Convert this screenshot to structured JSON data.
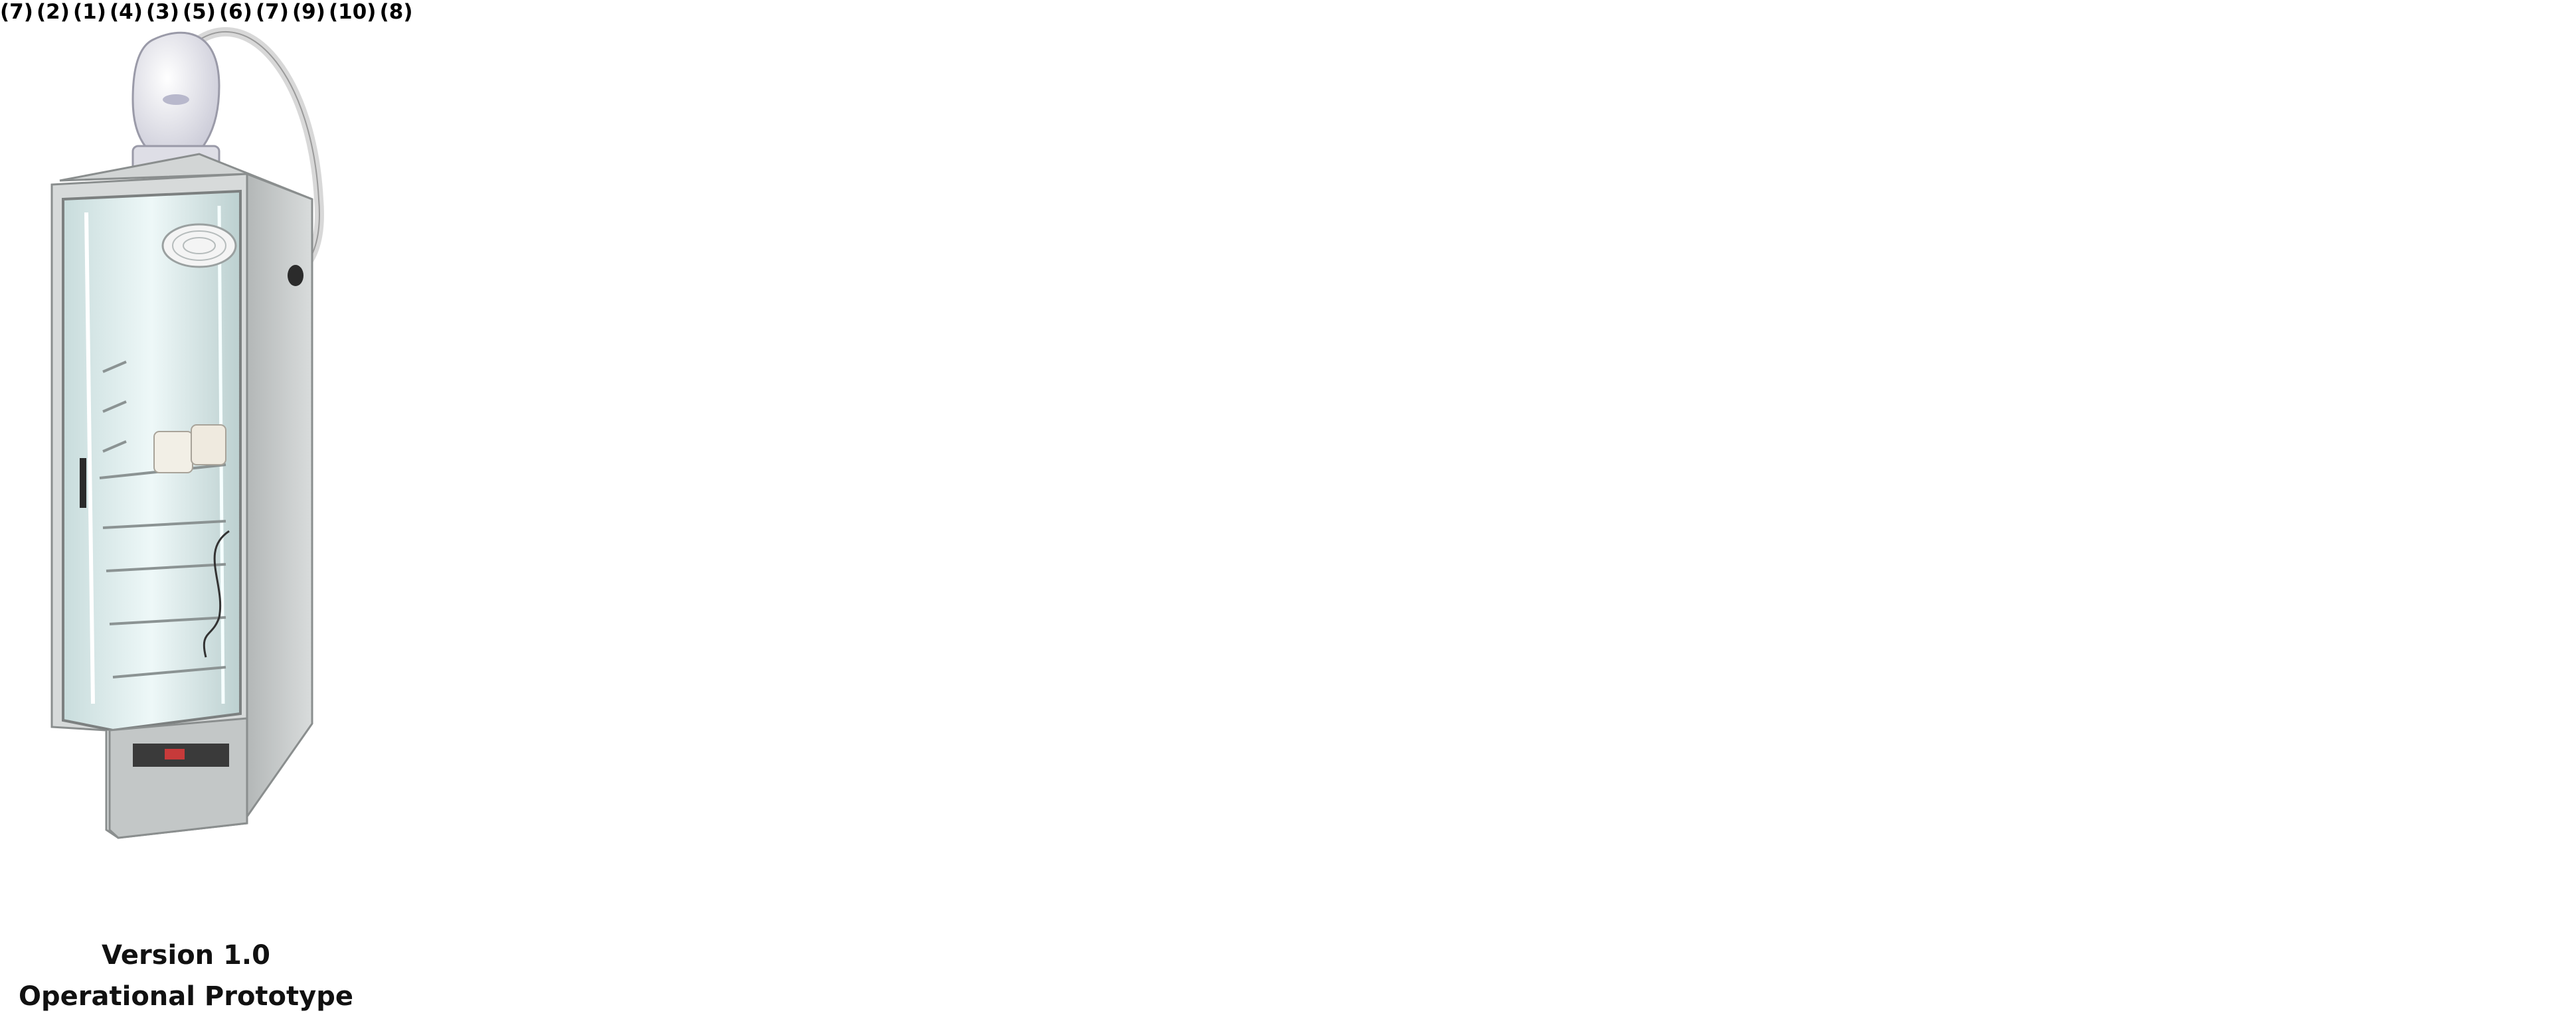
{
  "caption": {
    "line1": "Version 1.0",
    "line2": "Operational Prototype"
  },
  "callouts": {
    "c1": "(1)",
    "c2": "(2)",
    "c3": "(3)",
    "c4": "(4)",
    "c5": "(5)",
    "c6": "(6)",
    "c7": "(7)",
    "c8": "(8)",
    "c9": "(9)",
    "c10": "(10)"
  },
  "colors": {
    "line": "#222222",
    "glass": "#dfeeee",
    "steel": "#c9cccc",
    "dark_steel": "#8f9393",
    "humidifier": "#ececf4"
  }
}
